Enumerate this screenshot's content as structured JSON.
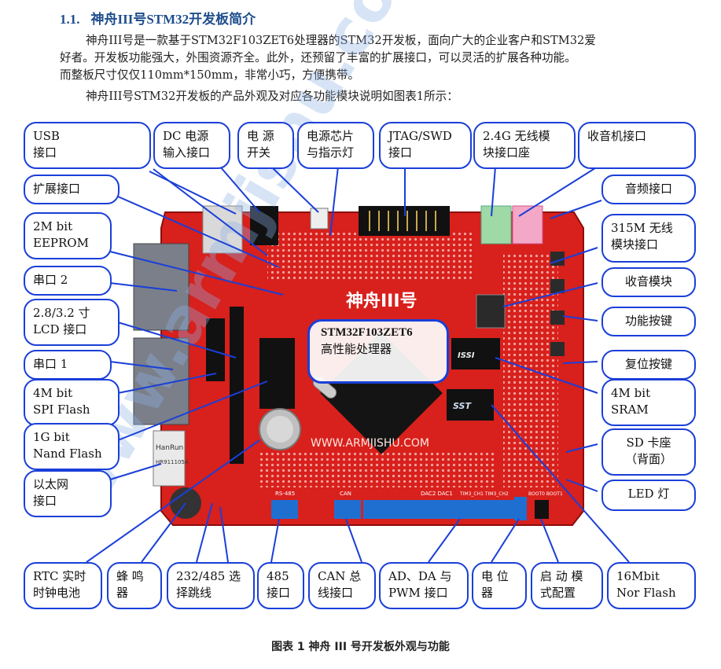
{
  "section": {
    "number": "1.1.",
    "title": "神舟III号STM32开发板简介"
  },
  "paragraphs": {
    "intro_line1": "神舟III号是一款基于STM32F103ZET6处理器的STM32开发板，面向广大的企业客户和STM32爱",
    "intro_line2": "好者。开发板功能强大，外围资源齐全。此外，还预留了丰富的扩展接口，可以灵活的扩展各种功能。",
    "intro_line3": "而整板尺寸仅仅110mm*150mm，非常小巧，方便携带。",
    "desc": "神舟III号STM32开发板的产品外观及对应各功能模块说明如图表1所示："
  },
  "board": {
    "silk_title": "神舟III号",
    "website": "WWW.ARMJISHU.COM",
    "chip_issi": "ISSI",
    "chip_sst": "SST",
    "eth_text": "HanRun",
    "eth_part": "HR911105A",
    "rs485": "RS-485",
    "can": "CAN",
    "dac": "DAC2  DAC1",
    "tim": "TIM3_CH1  TIM3_CH2",
    "boot": "BOOT0 BOOT1"
  },
  "watermark": "www.armjishu.com",
  "cpu": {
    "name": "STM32F103ZET6",
    "desc": "高性能处理器"
  },
  "labels": {
    "usb": "USB\n接口",
    "dc": "DC 电源\n输入接口",
    "power_switch": "电 源\n开关",
    "power_chip": "电源芯片\n与指示灯",
    "jtag": "JTAG/SWD\n接口",
    "wireless24": "2.4G 无线模\n块接口座",
    "radio_port": "收音机接口",
    "expansion": "扩展接口",
    "audio": "音频接口",
    "eeprom": "2M bit\nEEPROM",
    "m315": "315M 无线\n模块接口",
    "uart2": "串口 2",
    "radio_module": "收音模块",
    "lcd": "2.8/3.2 寸\nLCD 接口",
    "func_keys": "功能按键",
    "uart1": "串口 1",
    "reset": "复位按键",
    "spi_flash": "4M bit\nSPI Flash",
    "sram": "4M bit\nSRAM",
    "nand": "1G bit\nNand Flash",
    "sd": "SD 卡座\n（背面）",
    "ethernet": "以太网\n接口",
    "led": "LED 灯",
    "rtc": "RTC 实时\n时钟电池",
    "buzzer": "蜂 鸣\n器",
    "jumper": "232/485 选\n择跳线",
    "rs485_port": "485\n接口",
    "can_port": "CAN 总\n线接口",
    "ad_da": "AD、DA 与\nPWM 接口",
    "potentiometer": "电 位\n器",
    "boot_mode": "启 动 模\n式配置",
    "nor_flash": "16Mbit\nNor Flash"
  },
  "caption": "图表  1  神舟 III 号开发板外观与功能",
  "colors": {
    "board_red": "#d8201c",
    "callout_blue": "#1a3fd8",
    "heading_blue": "#1f4e8c"
  }
}
